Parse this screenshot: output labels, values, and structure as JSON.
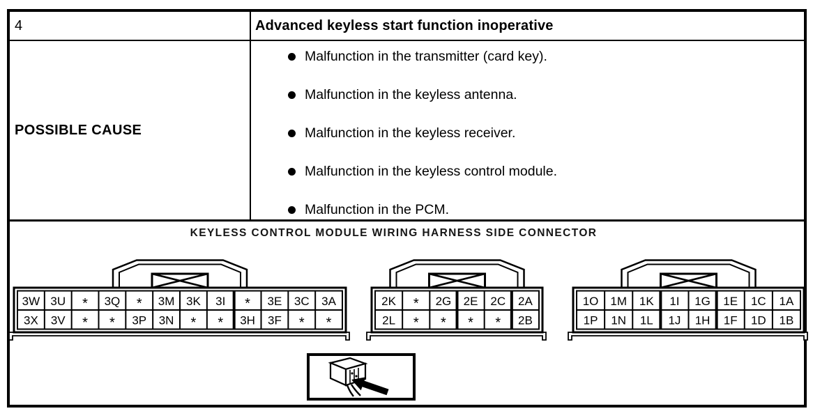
{
  "table": {
    "item_number": "4",
    "symptom": "Advanced keyless start function inoperative",
    "possible_cause_label": "POSSIBLE CAUSE",
    "causes": [
      "Malfunction in the transmitter (card key).",
      "Malfunction in the keyless antenna.",
      "Malfunction in the keyless receiver.",
      "Malfunction in the keyless control module.",
      "Malfunction in the PCM."
    ]
  },
  "connector_diagram": {
    "title": "KEYLESS CONTROL MODULE WIRING HARNESS SIDE CONNECTOR",
    "connectors": [
      {
        "name": "connector-3",
        "pins_top": [
          "3W",
          "3U",
          "*",
          "3Q",
          "*",
          "3M",
          "3K",
          "3I",
          "*",
          "3E",
          "3C",
          "3A"
        ],
        "pins_bottom": [
          "3X",
          "3V",
          "*",
          "*",
          "3P",
          "3N",
          "*",
          "*",
          "3H",
          "3F",
          "*",
          "*"
        ]
      },
      {
        "name": "connector-2",
        "pins_top": [
          "2K",
          "*",
          "2G",
          "2E",
          "2C",
          "2A"
        ],
        "pins_bottom": [
          "2L",
          "*",
          "*",
          "*",
          "*",
          "2B"
        ]
      },
      {
        "name": "connector-1",
        "pins_top": [
          "1O",
          "1M",
          "1K",
          "1I",
          "1G",
          "1E",
          "1C",
          "1A"
        ],
        "pins_bottom": [
          "1P",
          "1N",
          "1L",
          "1J",
          "1H",
          "1F",
          "1D",
          "1B"
        ]
      }
    ],
    "view_icon": "connector-rear-view-icon"
  },
  "colors": {
    "line": "#000000",
    "background": "#ffffff"
  }
}
